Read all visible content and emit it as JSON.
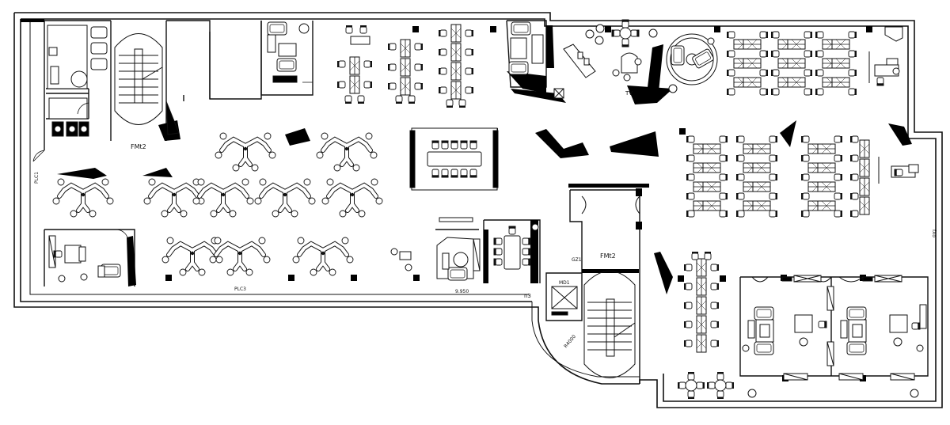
{
  "labels": {
    "stair_left": "FMt2",
    "stair_center": "FMt2",
    "gz1": "GZ1",
    "md1": "MD1",
    "tv": "TV",
    "elevation": "9.950",
    "n3": "n3",
    "plc3": "PLC3",
    "plc1": "PLC1",
    "curve_dim": "R4000",
    "side_right": "fXo"
  },
  "colors": {
    "line": "#111111",
    "fill": "#000000",
    "paper": "#ffffff"
  }
}
